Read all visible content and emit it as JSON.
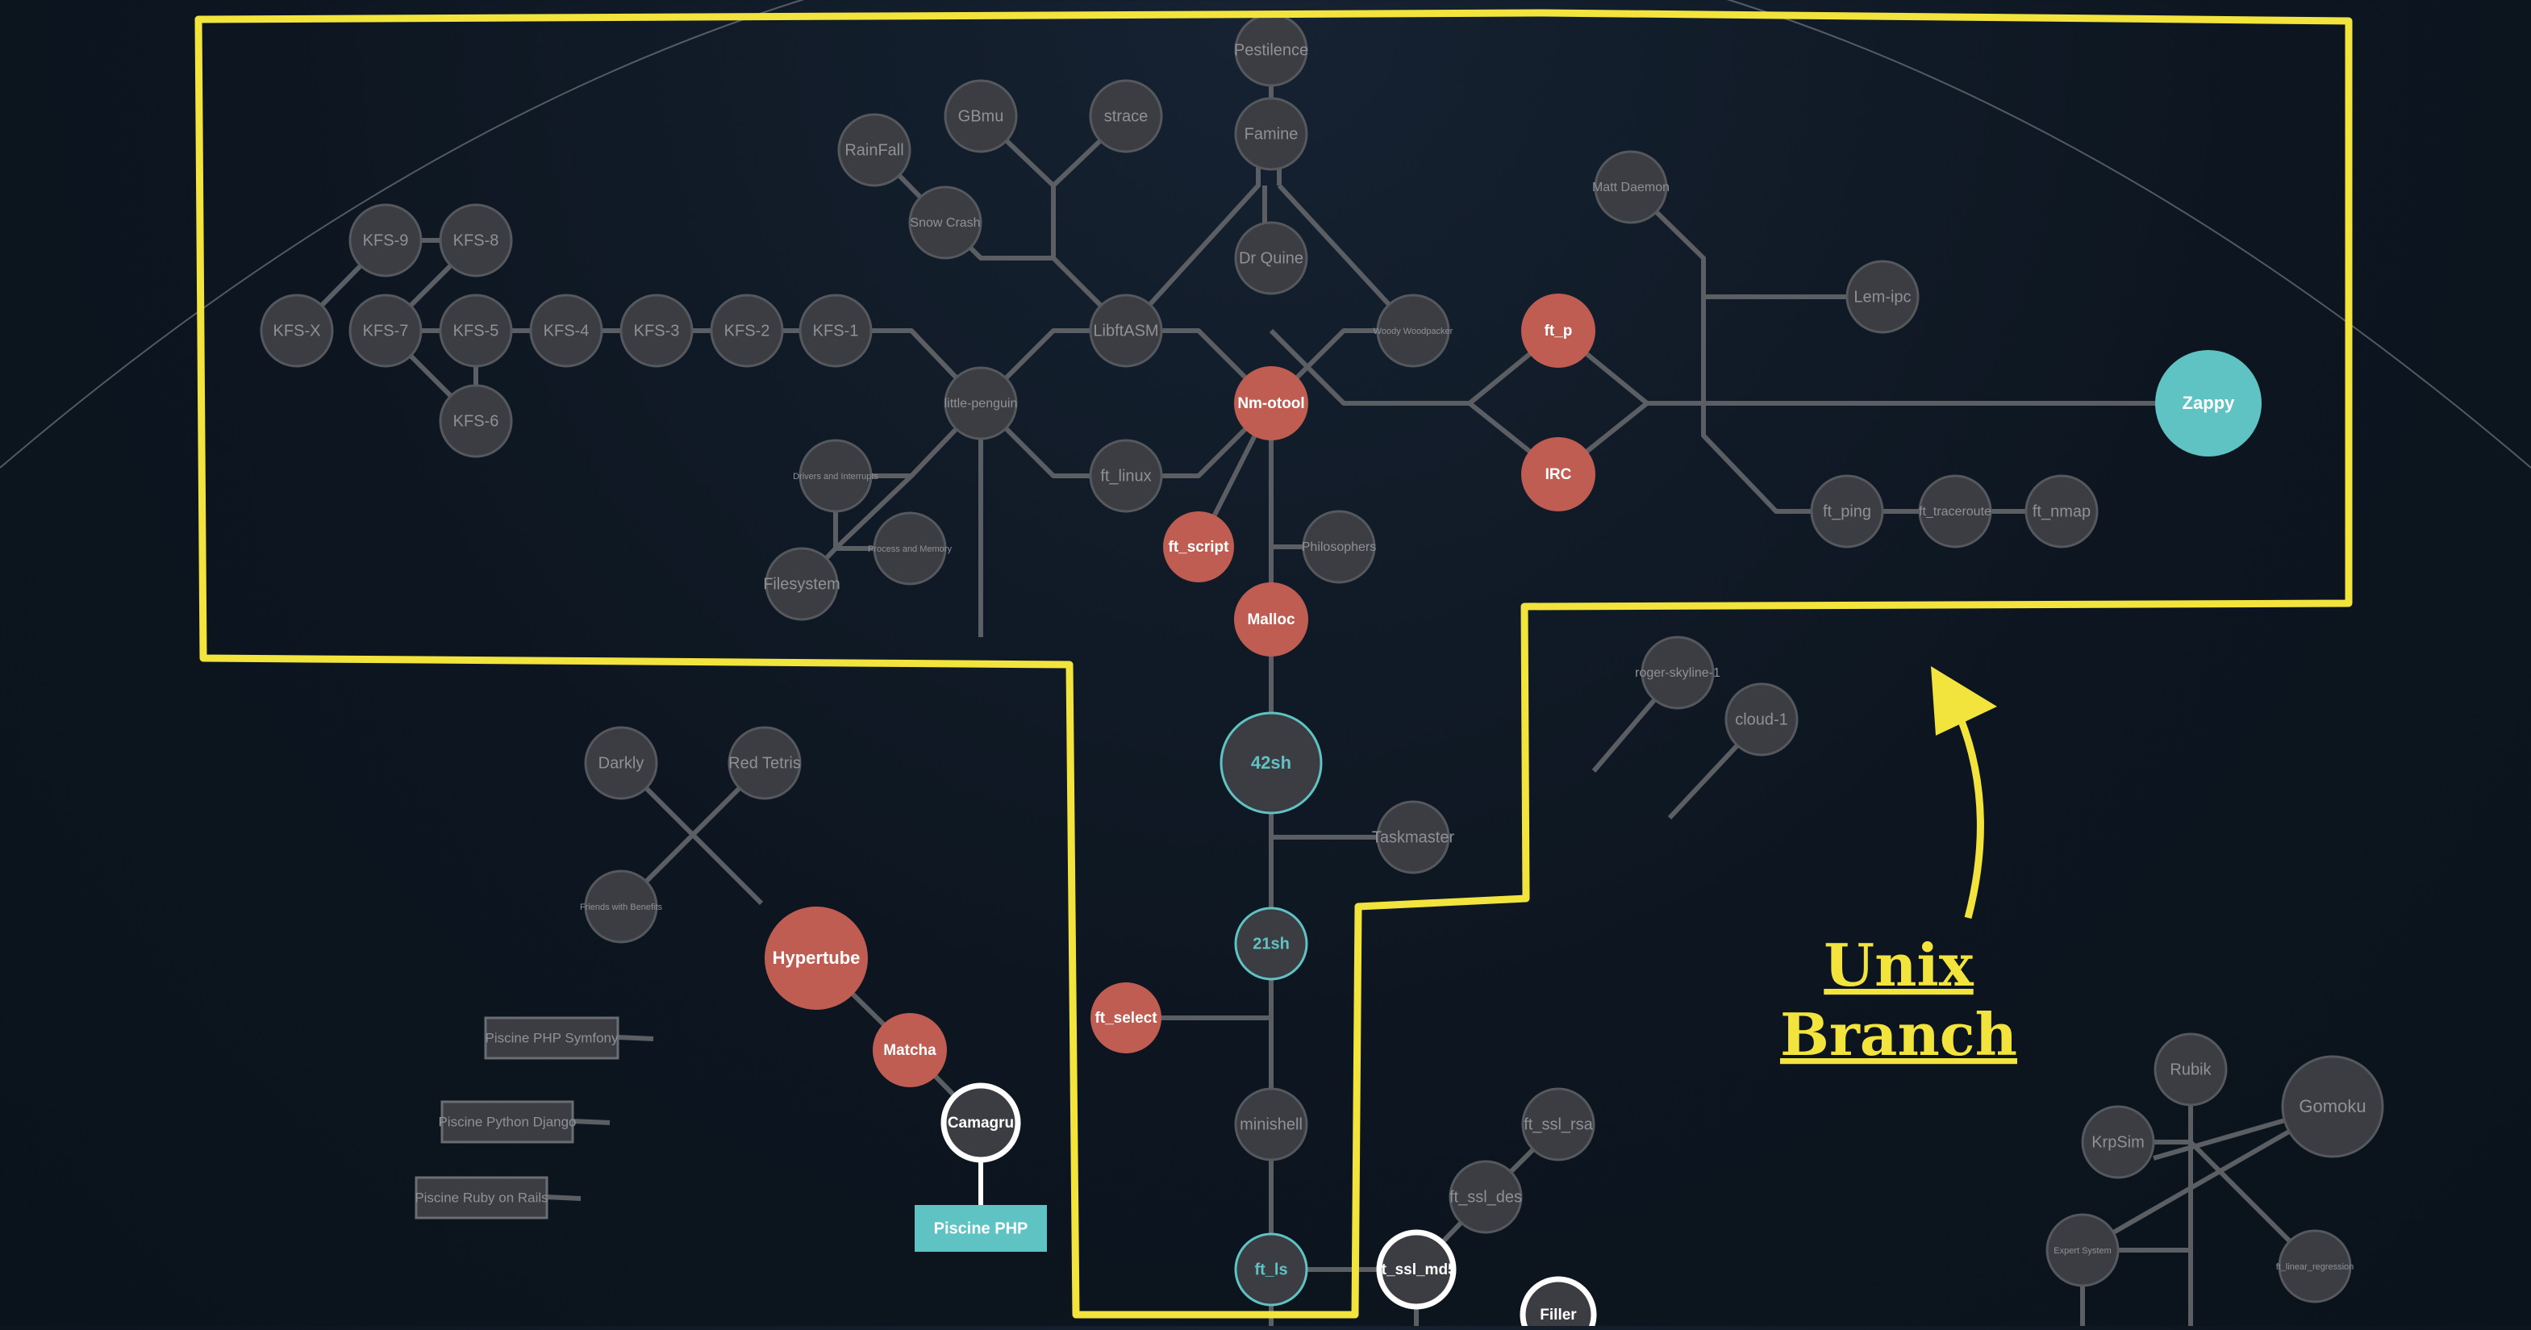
{
  "callout": {
    "line1": "Unix",
    "line2": "Branch"
  },
  "colors": {
    "done": "#c05d52",
    "available": "#5fc3c4",
    "locked": "#3b3d42",
    "highlight": "#f2e43d"
  },
  "projects": [
    {
      "id": "pestilence",
      "label": "Pestilence",
      "status": "locked"
    },
    {
      "id": "famine",
      "label": "Famine",
      "status": "locked"
    },
    {
      "id": "drquine",
      "label": "Dr Quine",
      "status": "locked"
    },
    {
      "id": "gbmu",
      "label": "GBmu",
      "status": "locked"
    },
    {
      "id": "strace",
      "label": "strace",
      "status": "locked"
    },
    {
      "id": "rainfall",
      "label": "RainFall",
      "status": "locked"
    },
    {
      "id": "snowcrash",
      "label": "Snow Crash",
      "status": "locked"
    },
    {
      "id": "libftasm",
      "label": "LibftASM",
      "status": "locked"
    },
    {
      "id": "woody",
      "label": "Woody Woodpacker",
      "status": "locked"
    },
    {
      "id": "mattdaemon",
      "label": "Matt Daemon",
      "status": "locked"
    },
    {
      "id": "lemipc",
      "label": "Lem-ipc",
      "status": "locked"
    },
    {
      "id": "kfs9",
      "label": "KFS-9",
      "status": "locked"
    },
    {
      "id": "kfs8",
      "label": "KFS-8",
      "status": "locked"
    },
    {
      "id": "kfsx",
      "label": "KFS-X",
      "status": "locked"
    },
    {
      "id": "kfs7",
      "label": "KFS-7",
      "status": "locked"
    },
    {
      "id": "kfs5",
      "label": "KFS-5",
      "status": "locked"
    },
    {
      "id": "kfs4",
      "label": "KFS-4",
      "status": "locked"
    },
    {
      "id": "kfs3",
      "label": "KFS-3",
      "status": "locked"
    },
    {
      "id": "kfs2",
      "label": "KFS-2",
      "status": "locked"
    },
    {
      "id": "kfs1",
      "label": "KFS-1",
      "status": "locked"
    },
    {
      "id": "kfs6",
      "label": "KFS-6",
      "status": "locked"
    },
    {
      "id": "littlepenguin",
      "label": "little-penguin",
      "status": "locked"
    },
    {
      "id": "nmotool",
      "label": "Nm-otool",
      "status": "done"
    },
    {
      "id": "ftp",
      "label": "ft_p",
      "status": "done"
    },
    {
      "id": "irc",
      "label": "IRC",
      "status": "done"
    },
    {
      "id": "zappy",
      "label": "Zappy",
      "status": "available"
    },
    {
      "id": "ftlinux",
      "label": "ft_linux",
      "status": "locked"
    },
    {
      "id": "driversinterrupts",
      "label": "Drivers and Interrupts",
      "status": "locked"
    },
    {
      "id": "processmemory",
      "label": "Process and Memory",
      "status": "locked"
    },
    {
      "id": "filesystem",
      "label": "Filesystem",
      "status": "locked"
    },
    {
      "id": "ftscript",
      "label": "ft_script",
      "status": "done"
    },
    {
      "id": "philosophers",
      "label": "Philosophers",
      "status": "locked"
    },
    {
      "id": "malloc",
      "label": "Malloc",
      "status": "done"
    },
    {
      "id": "ftping",
      "label": "ft_ping",
      "status": "locked"
    },
    {
      "id": "fttraceroute",
      "label": "ft_traceroute",
      "status": "locked"
    },
    {
      "id": "ftnmap",
      "label": "ft_nmap",
      "status": "locked"
    },
    {
      "id": "42sh",
      "label": "42sh",
      "status": "available"
    },
    {
      "id": "taskmaster",
      "label": "Taskmaster",
      "status": "locked"
    },
    {
      "id": "21sh",
      "label": "21sh",
      "status": "available"
    },
    {
      "id": "ftselect",
      "label": "ft_select",
      "status": "done"
    },
    {
      "id": "minishell",
      "label": "minishell",
      "status": "locked"
    },
    {
      "id": "ftls",
      "label": "ft_ls",
      "status": "available"
    },
    {
      "id": "ftsslmd5",
      "label": "ft_ssl_md5",
      "status": "current"
    },
    {
      "id": "ftsslrsa",
      "label": "ft_ssl_rsa",
      "status": "locked"
    },
    {
      "id": "ftssldes",
      "label": "ft_ssl_des",
      "status": "locked"
    },
    {
      "id": "filler",
      "label": "Filler",
      "status": "current"
    },
    {
      "id": "darkly",
      "label": "Darkly",
      "status": "locked"
    },
    {
      "id": "redtetris",
      "label": "Red Tetris",
      "status": "locked"
    },
    {
      "id": "friendswithbenefits",
      "label": "Friends with Benefits",
      "status": "locked"
    },
    {
      "id": "hypertube",
      "label": "Hypertube",
      "status": "done"
    },
    {
      "id": "matcha",
      "label": "Matcha",
      "status": "done"
    },
    {
      "id": "camagru",
      "label": "Camagru",
      "status": "current"
    },
    {
      "id": "pisciphp",
      "label": "Piscine PHP",
      "status": "done"
    },
    {
      "id": "piscisymfony",
      "label": "Piscine PHP Symfony",
      "status": "locked"
    },
    {
      "id": "piscidjango",
      "label": "Piscine Python Django",
      "status": "locked"
    },
    {
      "id": "piscirails",
      "label": "Piscine Ruby on Rails",
      "status": "locked"
    },
    {
      "id": "roger",
      "label": "roger-skyline-1",
      "status": "locked"
    },
    {
      "id": "cloud1",
      "label": "cloud-1",
      "status": "locked"
    },
    {
      "id": "rubik",
      "label": "Rubik",
      "status": "locked"
    },
    {
      "id": "gomoku",
      "label": "Gomoku",
      "status": "locked"
    },
    {
      "id": "krpsim",
      "label": "KrpSim",
      "status": "locked"
    },
    {
      "id": "expertsystem",
      "label": "Expert System",
      "status": "locked"
    },
    {
      "id": "linearregression",
      "label": "ft_linear_regression",
      "status": "locked"
    }
  ]
}
